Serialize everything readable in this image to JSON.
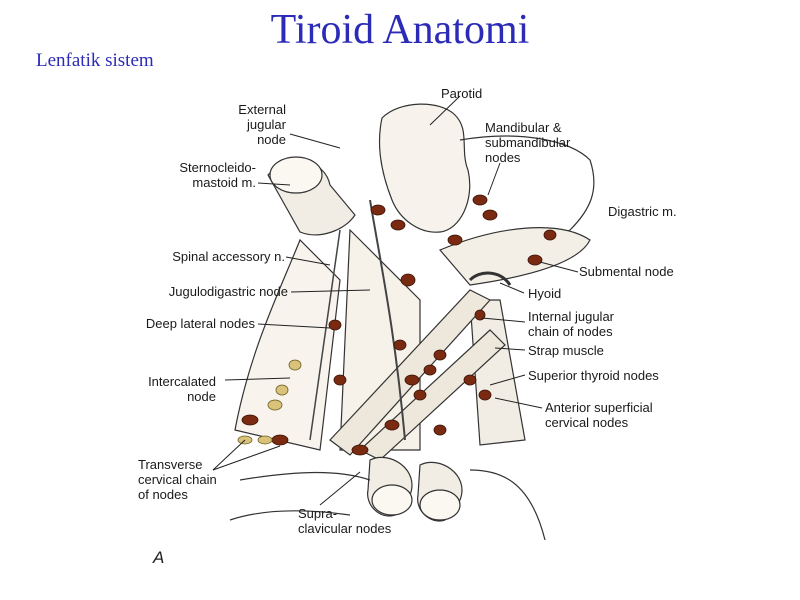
{
  "title": "Tiroid Anatomi",
  "subtitle": "Lenfatik sistem",
  "figure_letter": "A",
  "labels": {
    "external_jugular": "External\njugular\nnode",
    "parotid": "Parotid",
    "mandibular": "Mandibular &\nsubmandibular\nnodes",
    "sternocleido": "Sternocleido-\nmastoid m.",
    "digastric": "Digastric m.",
    "spinal_accessory": "Spinal accessory n.",
    "submental": "Submental node",
    "jugulodigastric": "Jugulodigastric node",
    "hyoid": "Hyoid",
    "deep_lateral": "Deep lateral nodes",
    "internal_jugular": "Internal jugular\nchain of nodes",
    "strap_muscle": "Strap muscle",
    "intercalated": "Intercalated\nnode",
    "superior_thyroid": "Superior thyroid nodes",
    "anterior_superficial": "Anterior superficial\ncervical nodes",
    "transverse_cervical": "Transverse\ncervical chain\nof nodes",
    "supraclavicular": "Supra-\nclavicular nodes"
  },
  "colors": {
    "title": "#2b2bb8",
    "node": "#7a2a10",
    "node_light": "#d9c27a",
    "line": "#222222"
  }
}
